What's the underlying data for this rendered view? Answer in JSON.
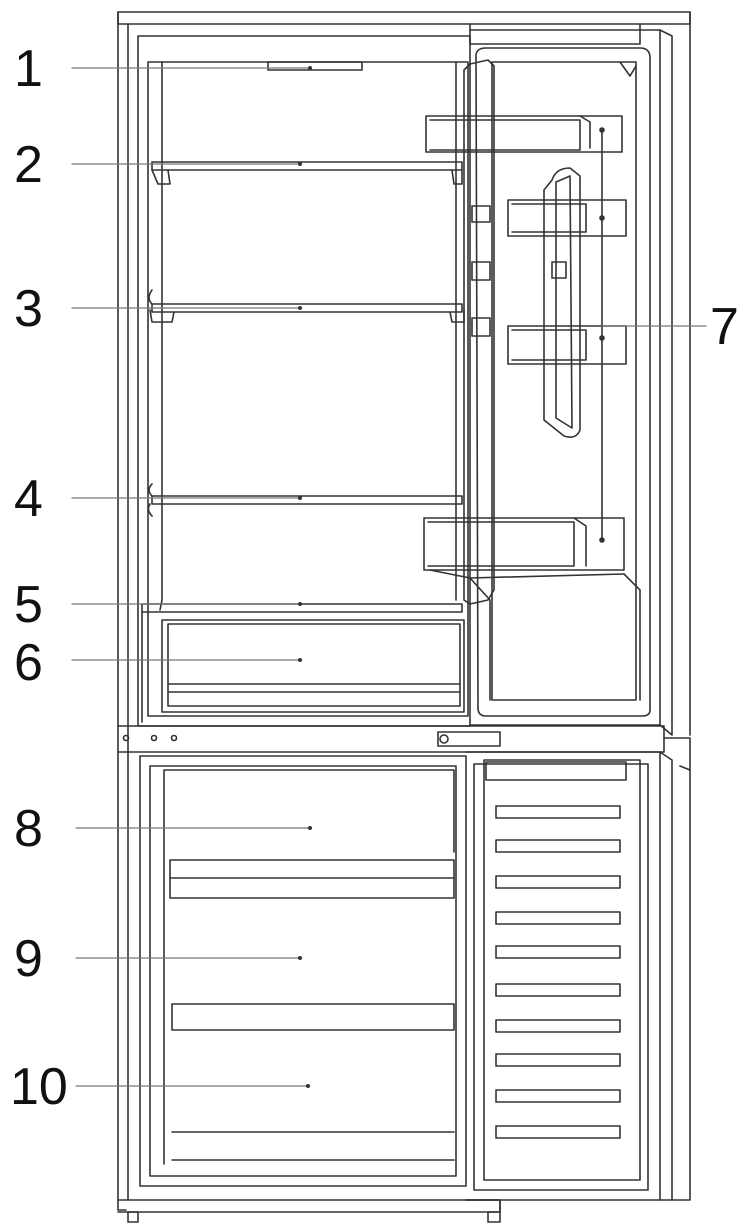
{
  "colors": {
    "line": "#333333",
    "callout": "#777777",
    "text": "#111111",
    "background": "#ffffff"
  },
  "callouts": [
    {
      "id": "c1",
      "label": "1"
    },
    {
      "id": "c2",
      "label": "2"
    },
    {
      "id": "c3",
      "label": "3"
    },
    {
      "id": "c4",
      "label": "4"
    },
    {
      "id": "c5",
      "label": "5"
    },
    {
      "id": "c6",
      "label": "6"
    },
    {
      "id": "c7",
      "label": "7"
    },
    {
      "id": "c8",
      "label": "8"
    },
    {
      "id": "c9",
      "label": "9"
    },
    {
      "id": "c10",
      "label": "10"
    }
  ]
}
